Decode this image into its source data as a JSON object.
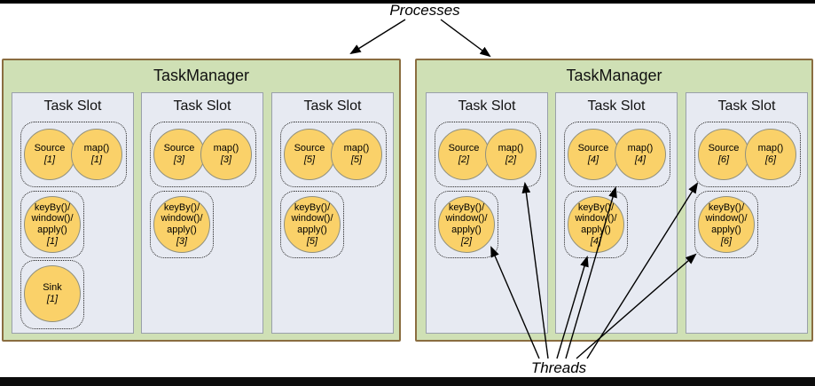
{
  "labels": {
    "processes": "Processes",
    "threads": "Threads"
  },
  "colors": {
    "taskmanager_fill": "#cfe0b5",
    "taskmanager_border": "#8a6d40",
    "slot_fill": "#e7eaf2",
    "slot_border": "#99a0aa",
    "operator_circle_fill": "#fad169",
    "operator_circle_border": "#90907e",
    "crop_bar": "#000000"
  },
  "task_managers": [
    {
      "title": "TaskManager",
      "slots": [
        {
          "title": "Task Slot",
          "pair": [
            {
              "name": "Source",
              "index": "[1]"
            },
            {
              "name": "map()",
              "index": "[1]"
            }
          ],
          "keyby": {
            "names": [
              "keyBy()/",
              "window()/",
              "apply()"
            ],
            "index": "[1]"
          },
          "sink": {
            "name": "Sink",
            "index": "[1]"
          }
        },
        {
          "title": "Task Slot",
          "pair": [
            {
              "name": "Source",
              "index": "[3]"
            },
            {
              "name": "map()",
              "index": "[3]"
            }
          ],
          "keyby": {
            "names": [
              "keyBy()/",
              "window()/",
              "apply()"
            ],
            "index": "[3]"
          }
        },
        {
          "title": "Task Slot",
          "pair": [
            {
              "name": "Source",
              "index": "[5]"
            },
            {
              "name": "map()",
              "index": "[5]"
            }
          ],
          "keyby": {
            "names": [
              "keyBy()/",
              "window()/",
              "apply()"
            ],
            "index": "[5]"
          }
        }
      ]
    },
    {
      "title": "TaskManager",
      "slots": [
        {
          "title": "Task Slot",
          "pair": [
            {
              "name": "Source",
              "index": "[2]"
            },
            {
              "name": "map()",
              "index": "[2]"
            }
          ],
          "keyby": {
            "names": [
              "keyBy()/",
              "window()/",
              "apply()"
            ],
            "index": "[2]"
          }
        },
        {
          "title": "Task Slot",
          "pair": [
            {
              "name": "Source",
              "index": "[4]"
            },
            {
              "name": "map()",
              "index": "[4]"
            }
          ],
          "keyby": {
            "names": [
              "keyBy()/",
              "window()/",
              "apply()"
            ],
            "index": "[4]"
          }
        },
        {
          "title": "Task Slot",
          "pair": [
            {
              "name": "Source",
              "index": "[6]"
            },
            {
              "name": "map()",
              "index": "[6]"
            }
          ],
          "keyby": {
            "names": [
              "keyBy()/",
              "window()/",
              "apply()"
            ],
            "index": "[6]"
          }
        }
      ]
    }
  ]
}
